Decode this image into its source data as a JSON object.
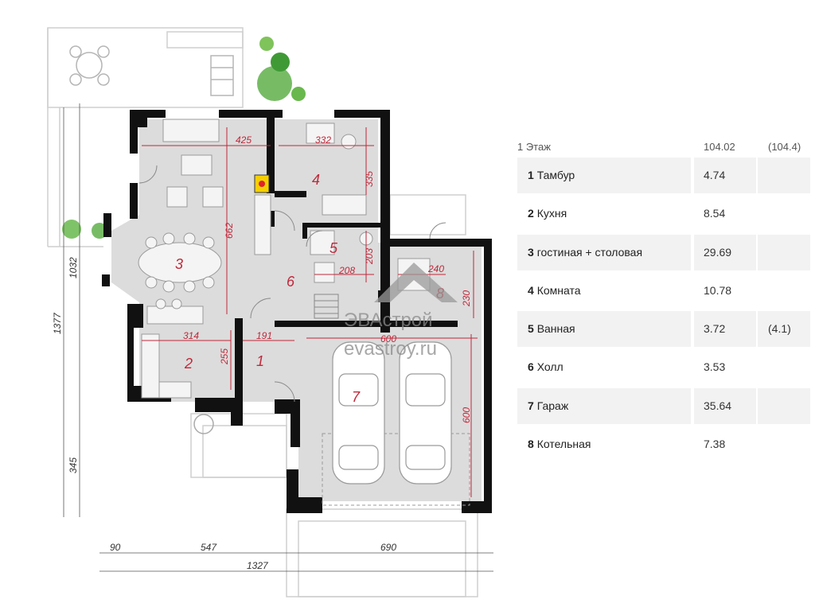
{
  "plan": {
    "rooms": [
      {
        "id": "1",
        "label": "1"
      },
      {
        "id": "2",
        "label": "2"
      },
      {
        "id": "3",
        "label": "3"
      },
      {
        "id": "4",
        "label": "4"
      },
      {
        "id": "5",
        "label": "5"
      },
      {
        "id": "6",
        "label": "6"
      },
      {
        "id": "7",
        "label": "7"
      },
      {
        "id": "8",
        "label": "8"
      }
    ],
    "dimensions": {
      "d425": "425",
      "d332": "332",
      "d335": "335",
      "d662": "662",
      "d203": "203",
      "d208": "208",
      "d314": "314",
      "d255": "255",
      "d191": "191",
      "d600_top": "600",
      "d230": "230",
      "d240": "240",
      "d600_right": "600",
      "d1032": "1032",
      "d1377": "1377",
      "d345": "345",
      "d90": "90",
      "d547": "547",
      "d690": "690",
      "d1327": "1327"
    },
    "watermark": {
      "brand": "ЭВАстрой",
      "site": "evastroy.ru"
    },
    "colors": {
      "floor": "#dcdcdc",
      "wall": "#111111",
      "dim": "#c0283a",
      "outline": "#c8c8c8"
    }
  },
  "table": {
    "header": {
      "title": "1 Этаж",
      "area": "104.02",
      "alt": "(104.4)"
    },
    "rows": [
      {
        "num": "1",
        "name": "Тамбур",
        "area": "4.74",
        "alt": ""
      },
      {
        "num": "2",
        "name": "Кухня",
        "area": "8.54",
        "alt": ""
      },
      {
        "num": "3",
        "name": "гостиная + столовая",
        "area": "29.69",
        "alt": ""
      },
      {
        "num": "4",
        "name": "Комната",
        "area": "10.78",
        "alt": ""
      },
      {
        "num": "5",
        "name": "Ванная",
        "area": "3.72",
        "alt": "(4.1)"
      },
      {
        "num": "6",
        "name": "Холл",
        "area": "3.53",
        "alt": ""
      },
      {
        "num": "7",
        "name": "Гараж",
        "area": "35.64",
        "alt": ""
      },
      {
        "num": "8",
        "name": "Котельная",
        "area": "7.38",
        "alt": ""
      }
    ]
  }
}
